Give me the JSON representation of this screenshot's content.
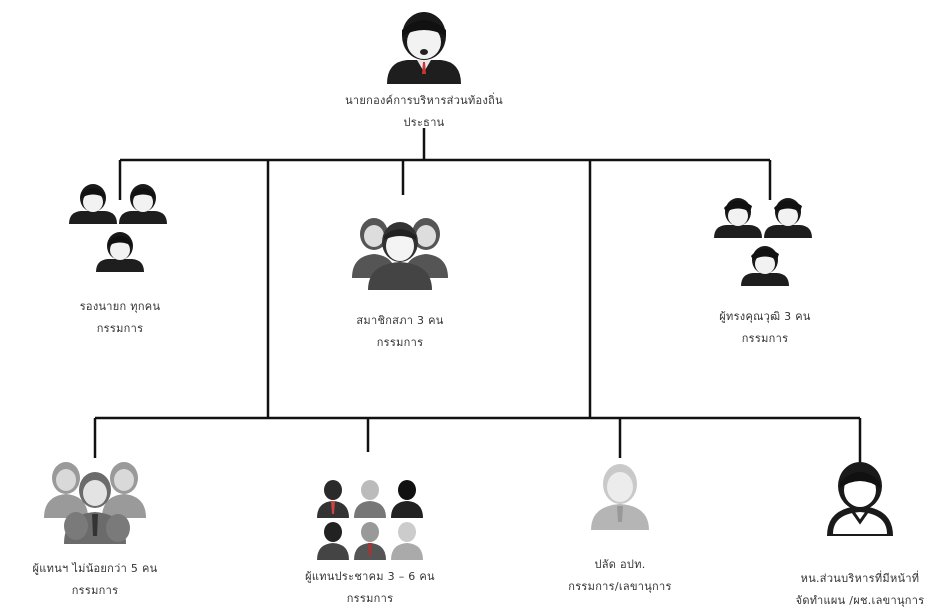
{
  "chart": {
    "root": {
      "name": "นายกองค์การบริหารส่วนท้องถิ่น",
      "role": "ประธาน",
      "icon": "male-person-icon"
    },
    "level2": [
      {
        "name": "รองนายก ทุกคน",
        "role": "กรรมการ",
        "icon": "three-people-icon"
      },
      {
        "name": "สมาชิกสภา 3 คน",
        "role": "กรรมการ",
        "icon": "group-people-icon"
      },
      {
        "name": "ผู้ทรงคุณวุฒิ 3 คน",
        "role": "กรรมการ",
        "icon": "three-people-icon"
      }
    ],
    "level3": [
      {
        "name": "ผู้แทนฯ ไม่น้อยกว่า 5 คน",
        "role": "กรรมการ",
        "icon": "crowd-icon"
      },
      {
        "name": "ผู้แทนประชาคม 3 – 6 คน",
        "role": "กรรมการ",
        "icon": "six-people-icon"
      },
      {
        "name": "ปลัด อปท.",
        "role": "กรรมการ/เลขานุการ",
        "icon": "single-person-icon"
      },
      {
        "name": "หน.ส่วนบริหารที่มีหน้าที่",
        "role": "จัดทำแผน /ผช.เลขานุการ",
        "icon": "user-avatar-icon"
      }
    ]
  }
}
